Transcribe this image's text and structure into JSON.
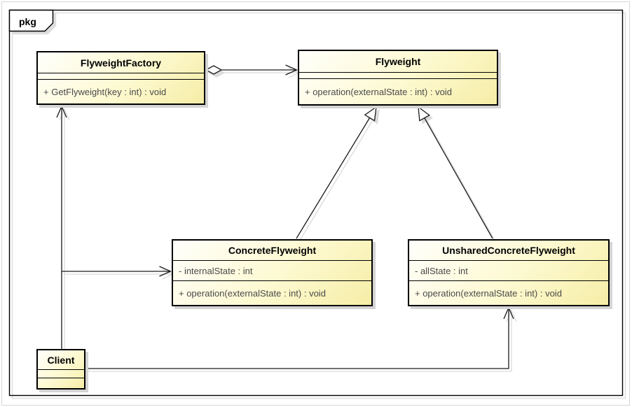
{
  "diagram": {
    "kind": "uml-class-diagram",
    "pattern": "Flyweight",
    "frame_label": "pkg"
  },
  "colors": {
    "box_fill_light": "#fffffb",
    "box_fill_yellow": "#f6eda6",
    "box_border": "#000000",
    "connector": "#1a1a1a",
    "shadow": "#d4d4d4",
    "member_text": "#4a4a4a"
  },
  "classes": [
    {
      "name": "FlyweightFactory",
      "attributes": [],
      "operations": [
        "+ GetFlyweight(key : int) : void"
      ]
    },
    {
      "name": "Flyweight",
      "attributes": [],
      "operations": [
        "+ operation(externalState : int) : void"
      ]
    },
    {
      "name": "ConcreteFlyweight",
      "attributes": [
        "- internalState : int"
      ],
      "operations": [
        "+ operation(externalState : int) : void"
      ]
    },
    {
      "name": "UnsharedConcreteFlyweight",
      "attributes": [
        "- allState : int"
      ],
      "operations": [
        "+ operation(externalState : int) : void"
      ]
    },
    {
      "name": "Client",
      "attributes": [],
      "operations": []
    }
  ],
  "relationships": [
    {
      "from": "FlyweightFactory",
      "to": "Flyweight",
      "type": "aggregation-with-open-arrow"
    },
    {
      "from": "ConcreteFlyweight",
      "to": "Flyweight",
      "type": "generalization"
    },
    {
      "from": "UnsharedConcreteFlyweight",
      "to": "Flyweight",
      "type": "generalization"
    },
    {
      "from": "Client",
      "to": "FlyweightFactory",
      "type": "directed-association"
    },
    {
      "from": "Client",
      "to": "ConcreteFlyweight",
      "type": "directed-association"
    },
    {
      "from": "Client",
      "to": "UnsharedConcreteFlyweight",
      "type": "directed-association"
    }
  ]
}
